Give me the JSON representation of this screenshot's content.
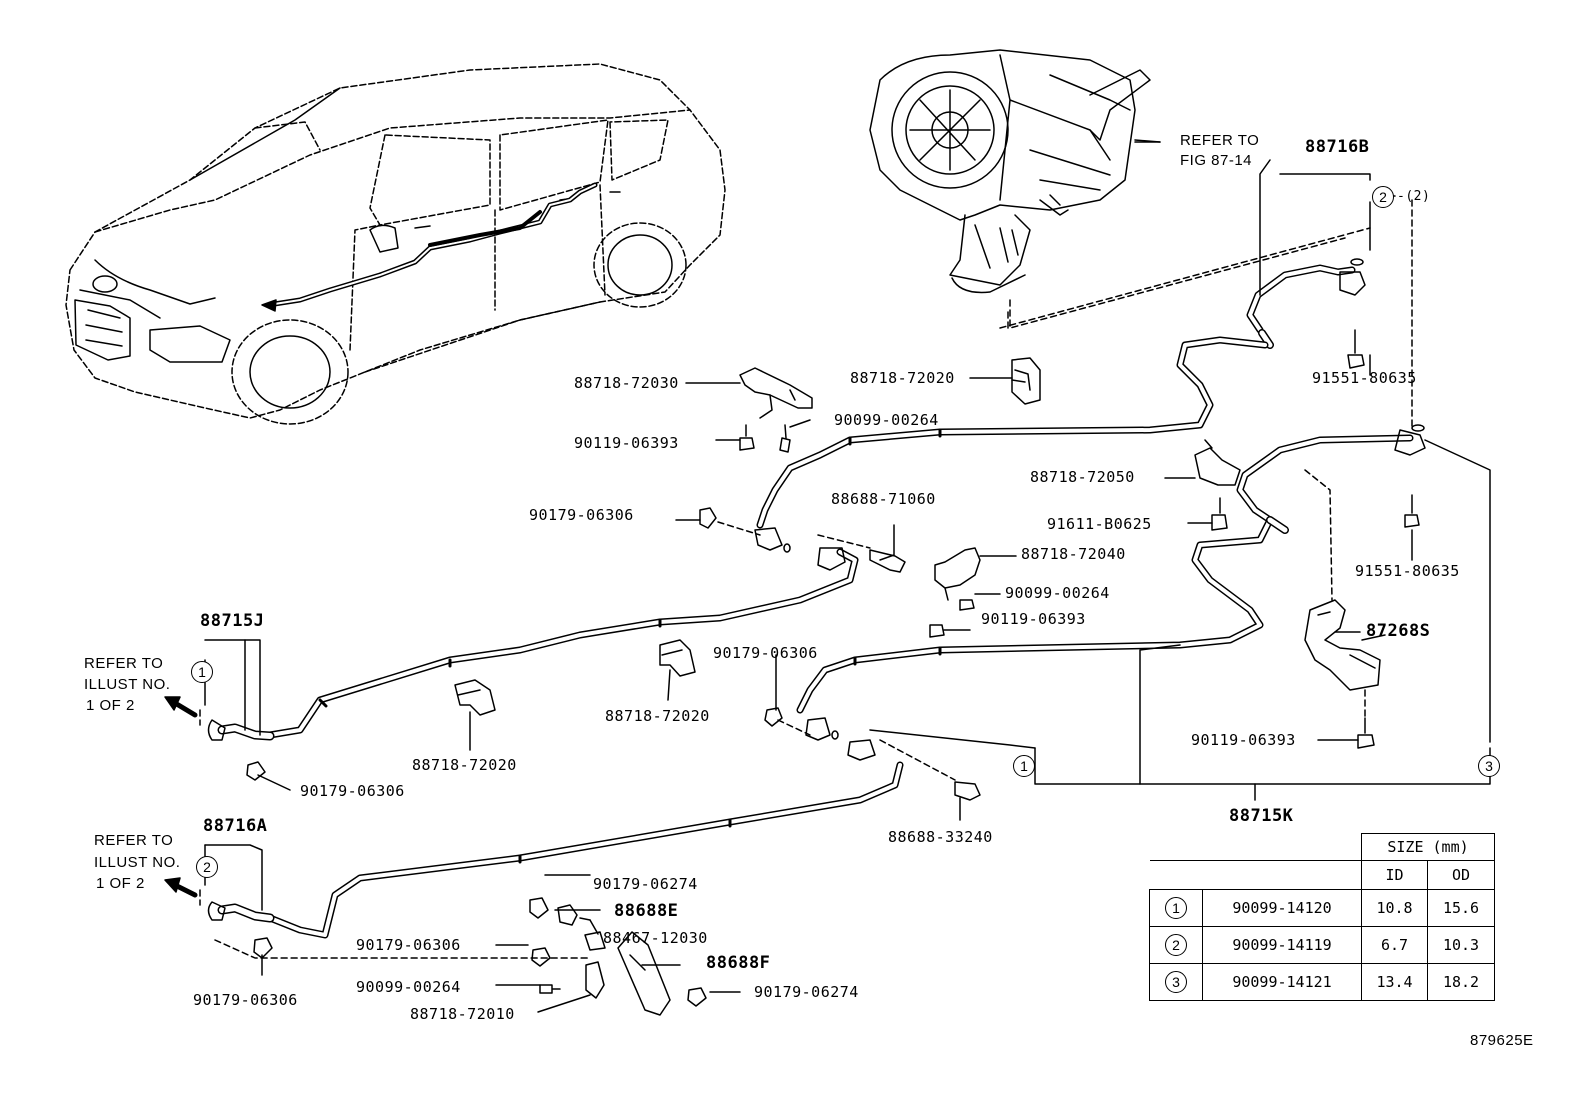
{
  "refs": {
    "fig": [
      "REFER TO",
      "FIG 87-14"
    ],
    "illust_1": [
      "REFER TO",
      "ILLUST NO.",
      "1 OF 2"
    ],
    "illust_2": [
      "REFER TO",
      "ILLUST NO.",
      "1 OF 2"
    ]
  },
  "callouts": {
    "c88716B": "88716B",
    "c2_note": "-(2)",
    "c88718_72030": "88718-72030",
    "c90119_06393_a": "90119-06393",
    "c90099_00264_a": "90099-00264",
    "c88718_72020_a": "88718-72020",
    "c91551_80635_a": "91551-80635",
    "c88718_72050": "88718-72050",
    "c91611_B0625": "91611-B0625",
    "c91551_80635_b": "91551-80635",
    "c90179_06306_a": "90179-06306",
    "c88688_71060": "88688-71060",
    "c88718_72040": "88718-72040",
    "c90099_00264_b": "90099-00264",
    "c90119_06393_b": "90119-06393",
    "c87268S": "87268S",
    "c88715J": "88715J",
    "c90179_06306_b": "90179-06306",
    "c88718_72020_b": "88718-72020",
    "c88718_72020_c": "88718-72020",
    "c90179_06306_c": "90179-06306",
    "c90119_06393_c": "90119-06393",
    "c88688_33240": "88688-33240",
    "c88715K": "88715K",
    "c88716A": "88716A",
    "c90179_06274_a": "90179-06274",
    "c88688E": "88688E",
    "c88467_12030": "88467-12030",
    "c90179_06306_d": "90179-06306",
    "c88688F": "88688F",
    "c90099_00264_c": "90099-00264",
    "c90179_06274_b": "90179-06274",
    "c88718_72010": "88718-72010",
    "c90179_06306_e": "90179-06306"
  },
  "markers": {
    "m1_left": "1",
    "m2_left": "2",
    "m2_top": "2",
    "m1_right": "1",
    "m3_right": "3"
  },
  "size_table": {
    "header": "SIZE (mm)",
    "col_id": "ID",
    "col_od": "OD",
    "rows": [
      {
        "mark": "1",
        "part": "90099-14120",
        "id": "10.8",
        "od": "15.6"
      },
      {
        "mark": "2",
        "part": "90099-14119",
        "id": "6.7",
        "od": "10.3"
      },
      {
        "mark": "3",
        "part": "90099-14121",
        "id": "13.4",
        "od": "18.2"
      }
    ]
  },
  "figure_id": "879625E"
}
